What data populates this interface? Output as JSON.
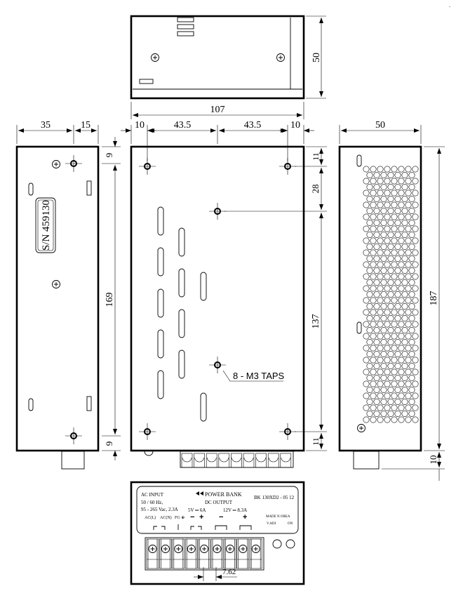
{
  "top_view": {
    "dim_width": "107",
    "dim_height": "50"
  },
  "left_view": {
    "dim_a": "35",
    "dim_b": "15",
    "dim_top": "9",
    "dim_mid": "169",
    "dim_bottom": "9",
    "serial_label": "S/N 459130"
  },
  "main_view": {
    "dim_left": "10",
    "dim_mid1": "43.5",
    "dim_mid2": "43.5",
    "dim_right": "10",
    "dim_r1": "11",
    "dim_r2": "28",
    "dim_r3": "137",
    "dim_r4": "11",
    "taps_label": "8 - M3 TAPS"
  },
  "right_view": {
    "dim_width": "50",
    "dim_height": "187",
    "dim_bottom": "10"
  },
  "front_view": {
    "ac_input": "AC INPUT",
    "freq": "50 / 60 Hz,",
    "voltage": "95 - 265 Vac, 2.3A",
    "brand": "POWER BANK",
    "model": "BK  130XD2 - 05 12",
    "dc_output": "DC OUTPUT",
    "out5v": "5V ═ 6A",
    "out12v": "12V ═ 8.3A",
    "term_acl": "AC(L)",
    "term_acn": "AC(N)",
    "term_fg": "FG ⊕",
    "minus": "−",
    "plus": "+",
    "made_in": "MADE  N  OREA",
    "vadj": "V.ADJ",
    "on": "ON",
    "pitch_dim": "7.62"
  }
}
